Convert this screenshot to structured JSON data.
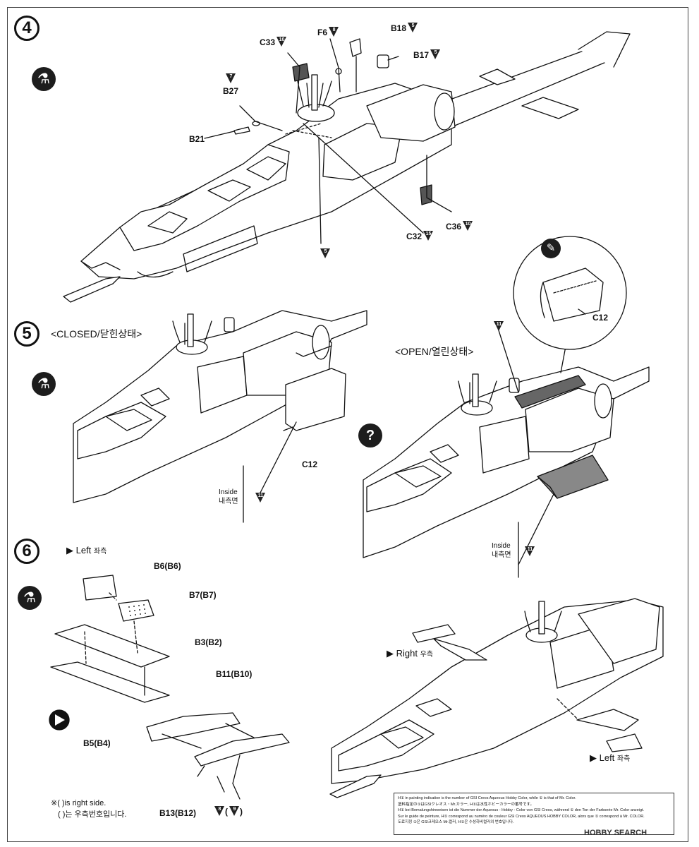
{
  "steps": [
    {
      "number": "4"
    },
    {
      "number": "5",
      "state_label": "<CLOSED/닫힌상태>"
    },
    {
      "number": "6"
    }
  ],
  "open_label": "<OPEN/열린상태>",
  "parts": {
    "C33": "C33",
    "F6": "F6",
    "B18": "B18",
    "B17": "B17",
    "B27": "B27",
    "B21": "B21",
    "C32": "C32",
    "C36": "C36",
    "C12": "C12",
    "B6": "B6(B6)",
    "B7": "B7(B7)",
    "B3": "B3(B2)",
    "B11": "B11(B10)",
    "B5": "B5(B4)",
    "B13": "B13(B12)"
  },
  "colors": {
    "c10": "10",
    "c8": "8",
    "c5": "5",
    "c7": "7",
    "c15": "15",
    "c11": "11",
    "c9": "9"
  },
  "inside_label": {
    "en": "Inside",
    "ko": "내측면"
  },
  "side": {
    "left": "Left",
    "left_ko": "좌측",
    "right": "Right",
    "right_ko": "우측"
  },
  "footnote": {
    "line1": "※( )is right side.",
    "line2": "( )는 우측번호입니다."
  },
  "color_pair": {
    "paren_open": "(",
    "paren_close": ")"
  },
  "question_mark": "?",
  "paint_note": [
    "H① in painting indication is the number of GSI Creos Aqueous Hobby Color, while ① is that of Mr. Color.",
    "塗料指定の①はGSIクレオス・Mr.カラー, H①は水性ホビーカラーの番号です。",
    "H① bei Bemalungshinweisen ist die Nummer der Aqueous - Hobby - Color von GSI Creos, während ① den Ton der Farbserie Mr. Color anzeigt.",
    "Sur le guide de peinture, H① correspond au numéro de couleur GSI Creos AQUEOUS HOBBY COLOR, alors que ① correspond à Mr. COLOR.",
    "도료지정 ①은 GSI크레오스 Mr.컬러, H①은 수성하비컬러의 번호입니다."
  ],
  "watermark": "HOBBY SEARCH"
}
